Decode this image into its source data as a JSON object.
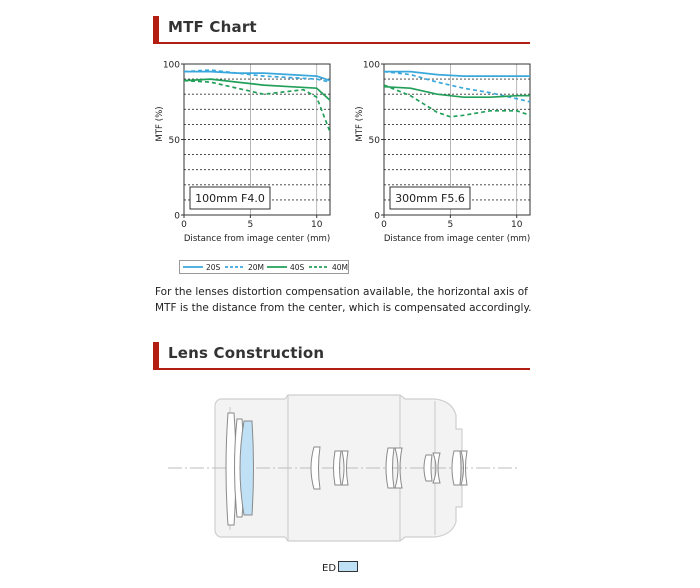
{
  "sections": {
    "mtf_title": "MTF Chart",
    "lens_title": "Lens Construction"
  },
  "note": "For the lenses distortion compensation available, the horizontal axis of MTF is the distance from the center, which is compensated accordingly.",
  "lens": {
    "ed_label": "ED",
    "ed_color": "#bfe0f5"
  },
  "colors": {
    "series_20": "#3aa8dd",
    "series_40": "#22a05a"
  },
  "chart_data": [
    {
      "type": "line",
      "title": "100mm F4.0",
      "xlabel": "Distance from image center (mm)",
      "ylabel": "MTF (%)",
      "xlim": [
        0,
        11
      ],
      "ylim": [
        0,
        100
      ],
      "x_ticks": [
        0,
        5,
        10
      ],
      "y_ticks": [
        0,
        50,
        100
      ],
      "grid": true,
      "series": [
        {
          "name": "20S",
          "style": "solid",
          "x": [
            0,
            2,
            4,
            6,
            8,
            10,
            11
          ],
          "values": [
            95,
            95,
            94,
            94,
            93,
            92,
            89
          ]
        },
        {
          "name": "20M",
          "style": "dashed",
          "x": [
            0,
            2,
            4,
            6,
            8,
            10,
            11
          ],
          "values": [
            95,
            96,
            94,
            92,
            91,
            90,
            88
          ]
        },
        {
          "name": "40S",
          "style": "solid",
          "x": [
            0,
            2,
            4,
            6,
            8,
            10,
            11
          ],
          "values": [
            89,
            90,
            88,
            86,
            85,
            84,
            76
          ]
        },
        {
          "name": "40M",
          "style": "dashed",
          "x": [
            0,
            2,
            4,
            6,
            8,
            9,
            10,
            11
          ],
          "values": [
            89,
            88,
            84,
            80,
            82,
            83,
            78,
            55
          ]
        }
      ]
    },
    {
      "type": "line",
      "title": "300mm F5.6",
      "xlabel": "Distance from image center (mm)",
      "ylabel": "MTF (%)",
      "xlim": [
        0,
        11
      ],
      "ylim": [
        0,
        100
      ],
      "x_ticks": [
        0,
        5,
        10
      ],
      "y_ticks": [
        0,
        50,
        100
      ],
      "grid": true,
      "series": [
        {
          "name": "20S",
          "style": "solid",
          "x": [
            0,
            2,
            4,
            6,
            8,
            10,
            11
          ],
          "values": [
            95,
            95,
            93,
            92,
            92,
            92,
            92
          ]
        },
        {
          "name": "20M",
          "style": "dashed",
          "x": [
            0,
            2,
            4,
            6,
            8,
            10,
            11
          ],
          "values": [
            95,
            93,
            88,
            84,
            81,
            77,
            75
          ]
        },
        {
          "name": "40S",
          "style": "solid",
          "x": [
            0,
            2,
            4,
            6,
            8,
            10,
            11
          ],
          "values": [
            85,
            84,
            80,
            78,
            78,
            79,
            79
          ]
        },
        {
          "name": "40M",
          "style": "dashed",
          "x": [
            0,
            2,
            4,
            5,
            6,
            8,
            10,
            11
          ],
          "values": [
            86,
            79,
            68,
            65,
            66,
            69,
            69,
            66
          ]
        }
      ]
    }
  ],
  "legend": [
    "20S",
    "20M",
    "40S",
    "40M"
  ]
}
